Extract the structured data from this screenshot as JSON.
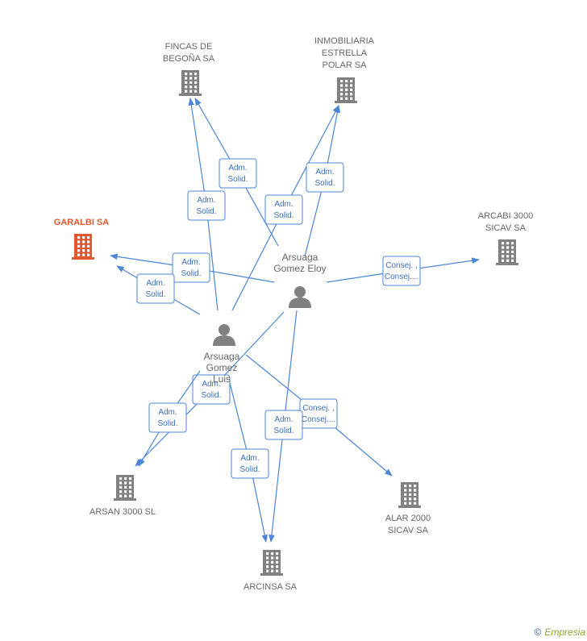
{
  "companies": [
    {
      "id": "fincas",
      "lines": [
        "FINCAS DE",
        "BEGOÑA SA"
      ],
      "highlight": false
    },
    {
      "id": "inmobiliaria",
      "lines": [
        "INMOBILIARIA",
        "ESTRELLA",
        "POLAR SA"
      ],
      "highlight": false
    },
    {
      "id": "garalbi",
      "lines": [
        "GARALBI SA"
      ],
      "highlight": true
    },
    {
      "id": "arcabi",
      "lines": [
        "ARCABI 3000",
        "SICAV SA"
      ],
      "highlight": false
    },
    {
      "id": "arsan",
      "lines": [
        "ARSAN 3000 SL"
      ],
      "highlight": false
    },
    {
      "id": "alar",
      "lines": [
        "ALAR 2000",
        "SICAV SA"
      ],
      "highlight": false
    },
    {
      "id": "arcinsa",
      "lines": [
        "ARCINSA SA"
      ],
      "highlight": false
    }
  ],
  "persons": [
    {
      "id": "eloy",
      "lines": [
        "Arsuaga",
        "Gomez Eloy"
      ]
    },
    {
      "id": "luis",
      "lines": [
        "Arsuaga",
        "Gomez",
        "Luis"
      ]
    }
  ],
  "edges": [
    {
      "from": "luis",
      "to": "fincas",
      "label": [
        "Adm.",
        "Solid."
      ]
    },
    {
      "from": "eloy",
      "to": "fincas",
      "label": [
        "Adm.",
        "Solid."
      ]
    },
    {
      "from": "luis",
      "to": "inmobiliaria",
      "label": [
        "Adm.",
        "Solid."
      ]
    },
    {
      "from": "eloy",
      "to": "inmobiliaria",
      "label": [
        "Adm.",
        "Solid."
      ]
    },
    {
      "from": "eloy",
      "to": "garalbi",
      "label": [
        "Adm.",
        "Solid."
      ]
    },
    {
      "from": "luis",
      "to": "garalbi",
      "label": [
        "Adm.",
        "Solid."
      ]
    },
    {
      "from": "eloy",
      "to": "arcabi",
      "label": [
        "Consej. ,",
        "Consej...."
      ]
    },
    {
      "from": "eloy",
      "to": "arsan",
      "label": [
        "Adm.",
        "Solid."
      ]
    },
    {
      "from": "luis",
      "to": "arsan",
      "label": [
        "Adm.",
        "Solid."
      ]
    },
    {
      "from": "luis",
      "to": "alar",
      "label": [
        "Consej. ,",
        "Consej...."
      ]
    },
    {
      "from": "eloy",
      "to": "arcinsa",
      "label": [
        "Adm.",
        "Solid."
      ]
    },
    {
      "from": "luis",
      "to": "arcinsa",
      "label": [
        "Adm.",
        "Solid."
      ]
    }
  ],
  "colors": {
    "building": "#808080",
    "highlight": "#e2572d",
    "edge": "#4a86d4",
    "person": "#808080"
  },
  "icons": {
    "company": "building-icon",
    "person": "person-icon"
  },
  "credit": {
    "copyright": "©",
    "brand": "Empresia"
  }
}
